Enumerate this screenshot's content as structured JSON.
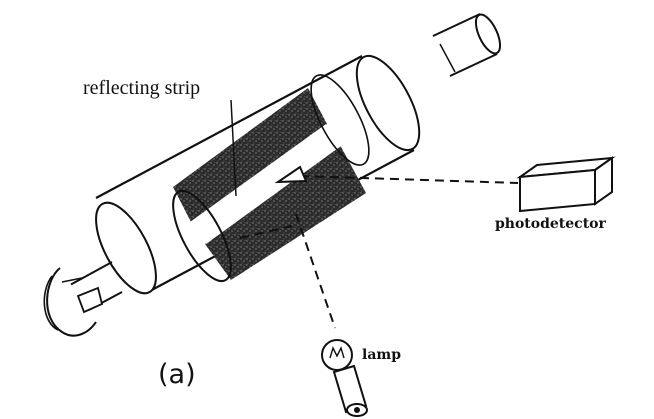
{
  "labels": {
    "reflecting_strip": "reflecting strip",
    "photodetector": "photodetector",
    "lamp": "lamp",
    "figure_tag": "(a)"
  },
  "colors": {
    "ink": "#111111",
    "paper": "#ffffff",
    "strip": "#2a2a2a"
  }
}
